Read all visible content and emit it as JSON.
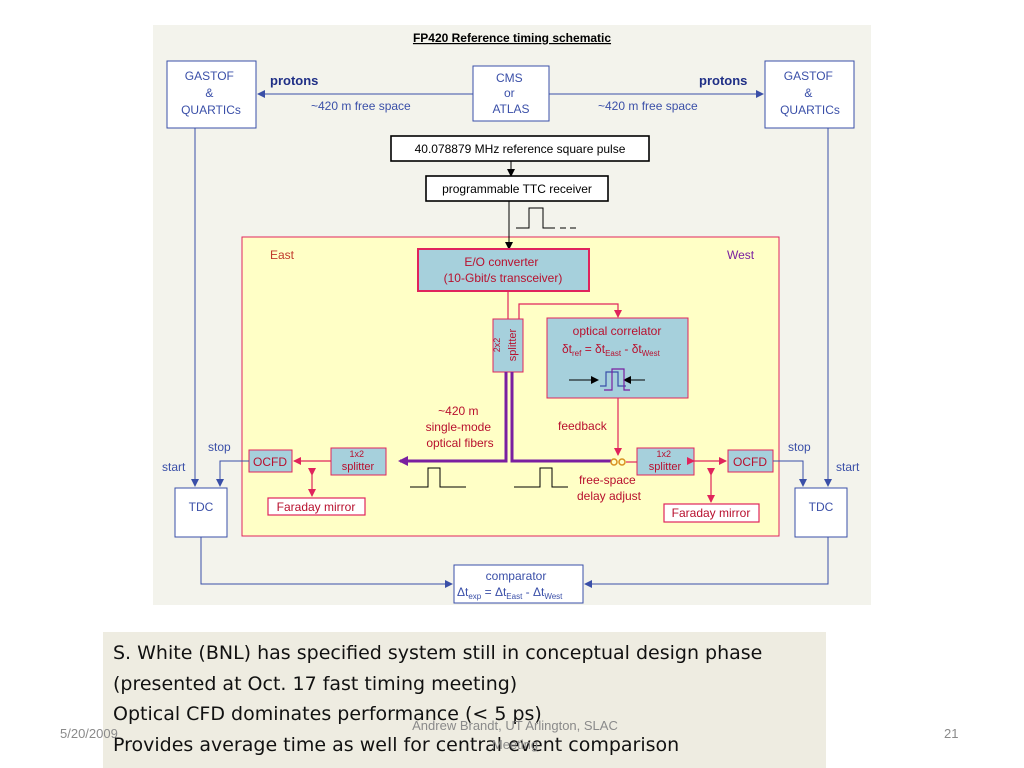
{
  "diagram": {
    "title": "FP420 Reference timing schematic",
    "gastof_left": [
      "GASTOF",
      "&",
      "QUARTICs"
    ],
    "gastof_right": [
      "GASTOF",
      "&",
      "QUARTICs"
    ],
    "cms": [
      "CMS",
      "or",
      "ATLAS"
    ],
    "protons_left": "protons",
    "protons_right": "protons",
    "free_space_left": "~420 m free space",
    "free_space_right": "~420 m free space",
    "ref_pulse": "40.078879 MHz reference square pulse",
    "ttc": "programmable TTC receiver",
    "east": "East",
    "west": "West",
    "eo_converter": [
      "E/O converter",
      "(10-Gbit/s transceiver)"
    ],
    "splitter_2x2": [
      "2x2",
      "splitter"
    ],
    "optical_correlator": "optical correlator",
    "correlator_formula": {
      "delta": "δt",
      "ref": "ref",
      "eq": " = δt",
      "east": "East",
      "minus": " - δt",
      "west": "West"
    },
    "fibers": [
      "~420 m",
      "single-mode",
      "optical fibers"
    ],
    "feedback": "feedback",
    "free_space_delay": [
      "free-space",
      "delay adjust"
    ],
    "stop_left": "stop",
    "start_left": "start",
    "stop_right": "stop",
    "start_right": "start",
    "ocfd_left": "OCFD",
    "ocfd_right": "OCFD",
    "splitter_1x2_left": [
      "1x2",
      "splitter"
    ],
    "splitter_1x2_right": [
      "1x2",
      "splitter"
    ],
    "faraday_left": "Faraday mirror",
    "faraday_right": "Faraday mirror",
    "tdc_left": "TDC",
    "tdc_right": "TDC",
    "comparator": "comparator",
    "comparator_formula": {
      "delta": "Δt",
      "exp": "exp",
      "eq": " = Δt",
      "east": "East",
      "minus": " - Δt",
      "west": "West"
    }
  },
  "notes": [
    "S. White (BNL)  has specified system still in conceptual design phase",
    "(presented at Oct. 17 fast timing meeting)",
    "Optical CFD dominates performance (< 5 ps)",
    "Provides average time as well for central event comparison"
  ],
  "footer": {
    "date": "5/20/2009",
    "center": [
      "Andrew Brandt, UT Arlington,  SLAC",
      "Meeting"
    ],
    "page": "21"
  },
  "colors": {
    "blue_line": "#3a4fa8",
    "pink_line": "#e0245c",
    "fiber_purple": "#7a1fa0",
    "zone_yellow": "#ffffc6",
    "component_cyan": "#a6d0dc",
    "notes_bg": "#eeece1"
  }
}
